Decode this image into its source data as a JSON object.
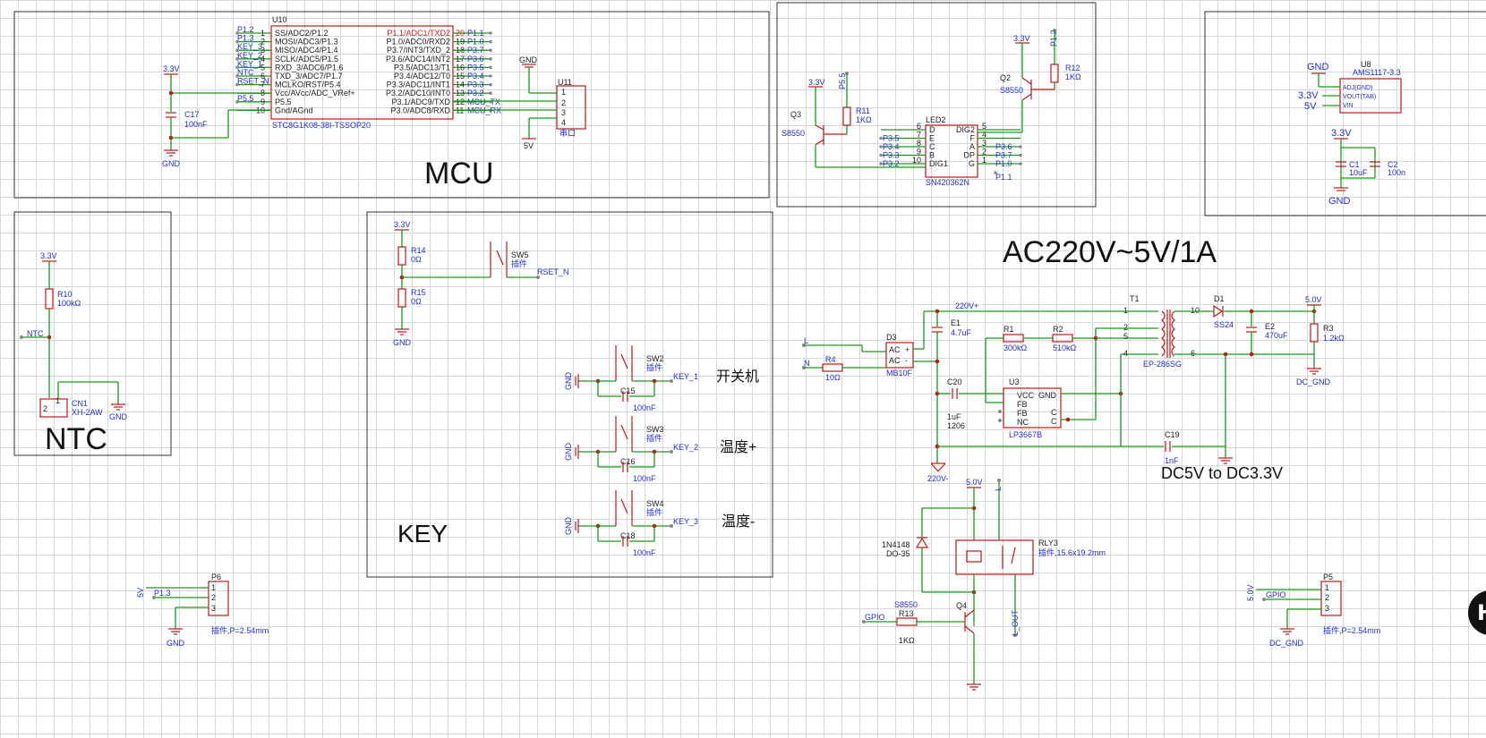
{
  "sections": {
    "mcu": "MCU",
    "ntc": "NTC",
    "key": "KEY",
    "power": "AC220V~5V/1A",
    "ldo": "DC5V to DC3.3V"
  },
  "net": {
    "v33": "3.3V",
    "gnd": "GND",
    "v5": "5V",
    "v50": "5.0V",
    "ntc": "NTC",
    "rset": "RSET_N",
    "p55": "P5.5",
    "p12": "P1.2",
    "p35": "P3.5",
    "p34": "P3.4",
    "p33": "P3.3",
    "p32": "P3.2",
    "p36": "P3.6",
    "p37": "P3.7",
    "p10": "P1.0",
    "p11": "P1.1",
    "key1": "KEY_1",
    "key2": "KEY_2",
    "key3": "KEY_3",
    "ac_l": "L",
    "ac_n": "N",
    "v220p": "220V+",
    "v220m": "220V-",
    "dcgnd": "DC_GND",
    "gpio": "GPIO",
    "lout": "L_OUT",
    "l": "L",
    "p13": "P1.3"
  },
  "mcu": {
    "ref": "U10",
    "part": "STC8G1K08-38I-TSSOP20",
    "left_pins": [
      {
        "num": "1",
        "name": "SS/ADC2/P1.2",
        "net": "P1.2"
      },
      {
        "num": "2",
        "name": "MOSI/ADC3/P1.3",
        "net": "P1.3"
      },
      {
        "num": "3",
        "name": "MISO/ADC4/P1.4",
        "net": "KEY_3"
      },
      {
        "num": "4",
        "name": "SCLK/ADC5/P1.5",
        "net": "KEY_2"
      },
      {
        "num": "5",
        "name": "RXD_3/ADC6/P1.6",
        "net": "KEY_1"
      },
      {
        "num": "6",
        "name": "TXD_3/ADC7/P1.7",
        "net": "NTC"
      },
      {
        "num": "7",
        "name": "MCLKO/RST/P5.4",
        "net": "RSET_N"
      },
      {
        "num": "8",
        "name": "Vcc/AVcc/ADC_VRef+",
        "net": ""
      },
      {
        "num": "9",
        "name": "P5.5",
        "net": "P5.5"
      },
      {
        "num": "10",
        "name": "Gnd/AGnd",
        "net": ""
      }
    ],
    "right_pins": [
      {
        "num": "20",
        "name": "P1.1/ADC1/TXD2",
        "net": "P1.1"
      },
      {
        "num": "19",
        "name": "P1.0/ADC0/RXD2",
        "net": "P1.0"
      },
      {
        "num": "18",
        "name": "P3.7/INT3/TXD_2",
        "net": "P3.7"
      },
      {
        "num": "17",
        "name": "P3.6/ADC14/INT2",
        "net": "P3.6"
      },
      {
        "num": "16",
        "name": "P3.5/ADC13/T1",
        "net": "P3.5"
      },
      {
        "num": "15",
        "name": "P3.4/ADC12/T0",
        "net": "P3.4"
      },
      {
        "num": "14",
        "name": "P3.3/ADC11/INT1",
        "net": "P3.3"
      },
      {
        "num": "13",
        "name": "P3.2/ADC10/INT0",
        "net": "P3.2"
      },
      {
        "num": "12",
        "name": "P3.1/ADC9/TXD",
        "net": "MCU_TX"
      },
      {
        "num": "11",
        "name": "P3.0/ADC8/RXD",
        "net": "MCU_RX"
      }
    ]
  },
  "parts": {
    "c17": {
      "ref": "C17",
      "val": "100nF"
    },
    "u11": {
      "ref": "U11",
      "val": "串口",
      "pins": [
        "1",
        "2",
        "3",
        "4"
      ]
    },
    "r10": {
      "ref": "R10",
      "val": "100kΩ"
    },
    "cn1": {
      "ref": "CN1",
      "val": "XH-2AW",
      "p1": "1",
      "p2": "2"
    },
    "r14": {
      "ref": "R14",
      "val": "0Ω"
    },
    "r15": {
      "ref": "R15",
      "val": "0Ω"
    },
    "sw5": {
      "ref": "SW5",
      "val": "插件"
    },
    "sw2": {
      "ref": "SW2",
      "val": "插件"
    },
    "sw3": {
      "ref": "SW3",
      "val": "插件"
    },
    "sw4": {
      "ref": "SW4",
      "val": "插件"
    },
    "c15": {
      "ref": "C15",
      "val": "100nF"
    },
    "c16": {
      "ref": "C16",
      "val": "100nF"
    },
    "c18": {
      "ref": "C18",
      "val": "100nF"
    },
    "q3": {
      "ref": "Q3",
      "val": "S8550"
    },
    "r11": {
      "ref": "R11",
      "val": "1KΩ"
    },
    "led2": {
      "ref": "LED2",
      "val": "SN420362N",
      "left": [
        "D",
        "E",
        "C",
        "B",
        "DIG1"
      ],
      "left_nums": [
        "6",
        "7",
        "8",
        "9",
        "10"
      ],
      "right": [
        "DIG2",
        "F",
        "A",
        "DP",
        "G"
      ],
      "right_nums": [
        "5",
        "4",
        "3",
        "2",
        "1"
      ]
    },
    "q2": {
      "ref": "Q2",
      "val": "S8550"
    },
    "r12": {
      "ref": "R12",
      "val": "1KΩ"
    },
    "u8": {
      "ref": "U8",
      "val": "AMS1117-3.3",
      "pins": [
        "ADJ(GND)",
        "VOUT(TAB)",
        "VIN"
      ]
    },
    "c1": {
      "ref": "C1",
      "val": "10uF"
    },
    "c2": {
      "ref": "C2",
      "val": "100n"
    },
    "d3": {
      "ref": "D3",
      "val": "MB10F",
      "ac1": "AC",
      "ac2": "AC",
      "plus": "+",
      "minus": "-"
    },
    "r4": {
      "ref": "R4",
      "val": "10Ω"
    },
    "e1": {
      "ref": "E1",
      "val": "4.7uF"
    },
    "r1": {
      "ref": "R1",
      "val": "300kΩ"
    },
    "r2": {
      "ref": "R2",
      "val": "510kΩ"
    },
    "t1": {
      "ref": "T1",
      "val": "EP-286SG"
    },
    "d1": {
      "ref": "D1",
      "val": "SS24"
    },
    "e2": {
      "ref": "E2",
      "val": "470uF"
    },
    "r3": {
      "ref": "R3",
      "val": "1.2kΩ"
    },
    "c20": {
      "ref": "C20",
      "val": "1uF",
      "pkg": "1206"
    },
    "u3": {
      "ref": "U3",
      "val": "LP3667B",
      "pins": [
        "VCC",
        "FB",
        "FB",
        "NC",
        "GND",
        "C",
        "C"
      ]
    },
    "c19": {
      "ref": "C19",
      "val": "1nF"
    },
    "d_1n4148": {
      "ref": "1N4148",
      "val": "DO-35"
    },
    "rly3": {
      "ref": "RLY3",
      "val": "插件,15.6x19.2mm"
    },
    "q4": {
      "ref": "Q4",
      "val": "S8550"
    },
    "r13": {
      "ref": "R13",
      "val": "1KΩ"
    },
    "p6": {
      "ref": "P6",
      "val": "插件,P=2.54mm"
    },
    "p5": {
      "ref": "P5",
      "val": "插件,P=2.54mm"
    }
  },
  "keys": {
    "k1": "开关机",
    "k2": "温度+",
    "k3": "温度-"
  },
  "colors": {
    "wire": "#1a9a1a",
    "component": "#c01818",
    "net_label": "#1f2fd0",
    "grid": "#d8d8d8"
  }
}
